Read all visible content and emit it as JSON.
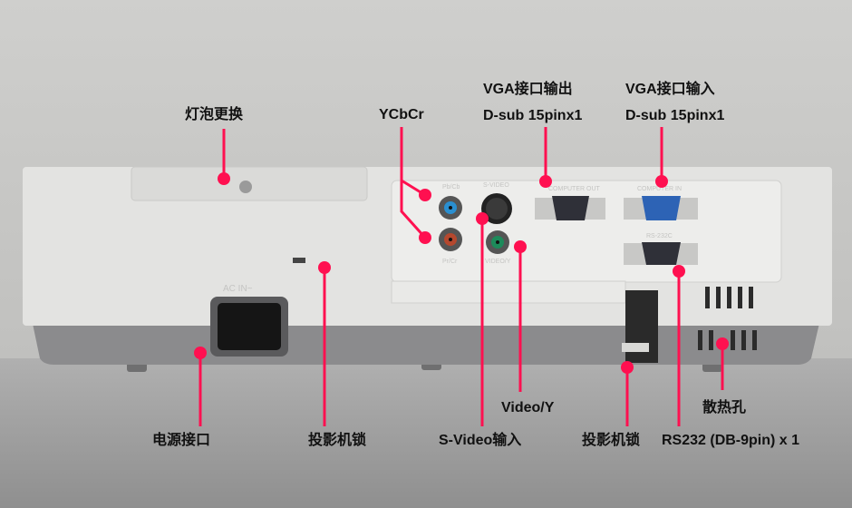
{
  "colors": {
    "accent": "#ff1050",
    "body": "#e3e3e1",
    "base": "#8b8b8d"
  },
  "callouts": {
    "lamp": "灯泡更换",
    "ycbcr": "YCbCr",
    "vga_out": {
      "line1": "VGA接口输出",
      "line2": "D-sub 15pinx1"
    },
    "vga_in": {
      "line1": "VGA接口输入",
      "line2": "D-sub 15pinx1"
    },
    "power": "电源接口",
    "lock_left": "投影机锁",
    "svideo": "S-Video输入",
    "video_y": "Video/Y",
    "lock_right": "投影机锁",
    "rs232": "RS232 (DB-9pin) x 1",
    "vent": "散热孔"
  },
  "device_labels": {
    "pb_cb": "Pb/Cb",
    "pr_cr": "Pr/Cr",
    "s_video": "S-VIDEO",
    "video_y": "VIDEO/Y",
    "computer_out": "COMPUTER OUT",
    "computer_in": "COMPUTER IN",
    "rs232c": "RS-232C",
    "ac_in": "AC IN~"
  }
}
